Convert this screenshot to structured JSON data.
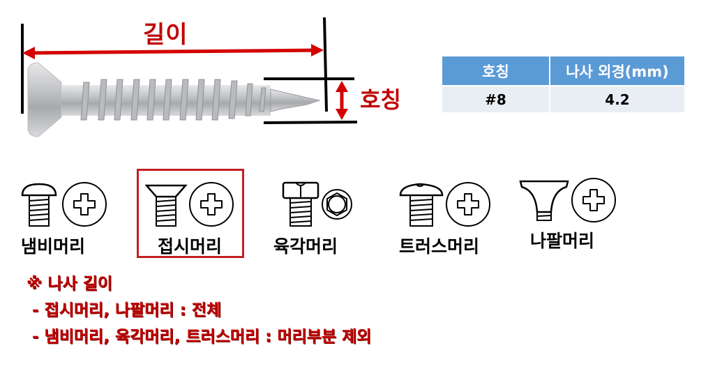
{
  "diagram": {
    "length_label": "길이",
    "diameter_label": "호칭"
  },
  "spec_table": {
    "headers": [
      "호칭",
      "나사 외경(mm)"
    ],
    "rows": [
      [
        "#8",
        "4.2"
      ]
    ],
    "header_color": "#5b9bd5",
    "row_color": "#e9edf4"
  },
  "head_types": [
    {
      "label": "냄비머리",
      "icon": "pan-head-screw-icon",
      "drive": "phillips-icon",
      "selected": false
    },
    {
      "label": "접시머리",
      "icon": "flat-head-screw-icon",
      "drive": "phillips-icon",
      "selected": true
    },
    {
      "label": "육각머리",
      "icon": "hex-head-screw-icon",
      "drive": "hex-socket-icon",
      "selected": false
    },
    {
      "label": "트러스머리",
      "icon": "truss-head-screw-icon",
      "drive": "phillips-icon",
      "selected": false
    },
    {
      "label": "나팔머리",
      "icon": "bugle-head-screw-icon",
      "drive": "phillips-icon",
      "selected": false
    }
  ],
  "notes": {
    "title": "※ 나사 길이",
    "lines": [
      " - 접시머리, 나팔머리 : 전체",
      " - 냄비머리, 육각머리, 트러스머리 : 머리부분 제외"
    ],
    "color": "#c00000"
  },
  "selection_box_color": "#c41e24"
}
